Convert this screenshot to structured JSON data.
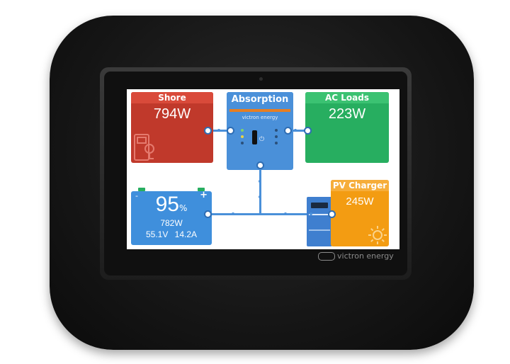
{
  "shore": {
    "title": "Shore",
    "power": "794W"
  },
  "inverter": {
    "title": "Absorption",
    "brand": "victron energy"
  },
  "ac_loads": {
    "title": "AC Loads",
    "power": "223W"
  },
  "battery": {
    "soc": "95",
    "soc_unit": "%",
    "power": "782W",
    "voltage": "55.1V",
    "current": "14.2A",
    "minus": "-",
    "plus": "+"
  },
  "pv_charger": {
    "title": "PV Charger",
    "power": "245W"
  },
  "device": {
    "brand": "victron energy"
  },
  "colors": {
    "shore": "#c0392b",
    "inverter": "#4a90d9",
    "ac_loads": "#27ae60",
    "battery": "#3f8fdc",
    "pv": "#f39c12"
  }
}
